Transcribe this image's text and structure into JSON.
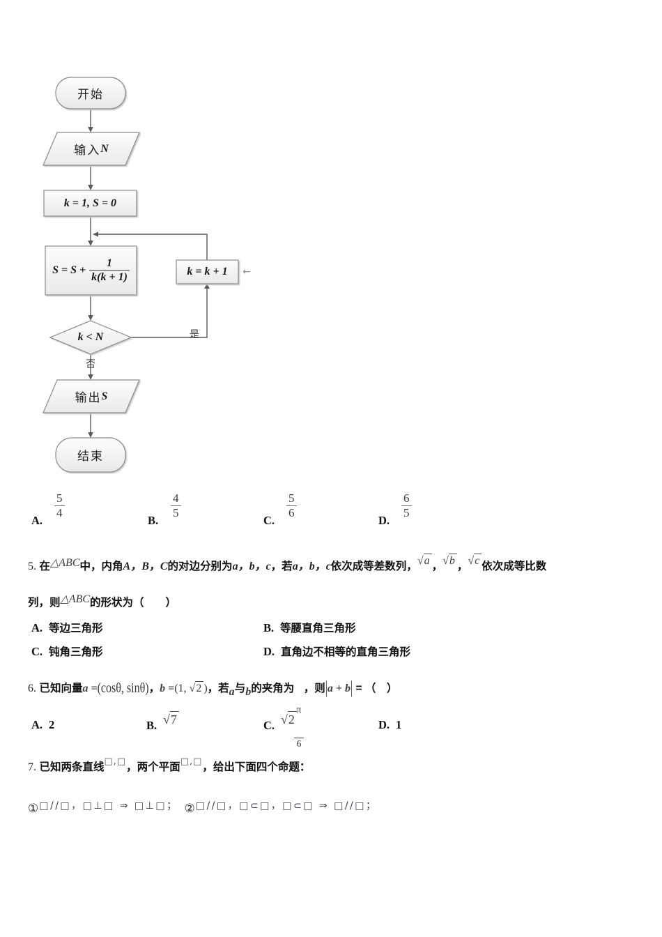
{
  "flowchart": {
    "start": "开始",
    "input_cn": "输入",
    "input_var": "N",
    "init": "k = 1, S = 0",
    "sum_prefix": "S = S +",
    "sum_num": "1",
    "sum_den": "k(k + 1)",
    "incr": "k = k + 1",
    "side_arrow": "←",
    "decision": "k < N",
    "yes": "是",
    "no": "否",
    "output_cn": "输出",
    "output_var": "S",
    "end": "结束"
  },
  "q4": {
    "options": [
      {
        "key": "A.",
        "num": "5",
        "den": "4"
      },
      {
        "key": "B.",
        "num": "4",
        "den": "5"
      },
      {
        "key": "C.",
        "num": "5",
        "den": "6"
      },
      {
        "key": "D.",
        "num": "6",
        "den": "5"
      }
    ]
  },
  "q5": {
    "num": "5.",
    "p1": "在",
    "tri": "△ABC",
    "p2": "中，内角",
    "m1": "A，B，C",
    "p3": "的对边分别为",
    "m2": "a，b，c",
    "p4": "，若",
    "m3": "a，b，c",
    "p5": "依次成等差数列，",
    "rad": "√",
    "r1": "a",
    "c1": "，",
    "r2": "b",
    "c2": "，",
    "r3": "c",
    "p6": "依次成等比数",
    "l2a": "列，则",
    "l2tri": "△ABC",
    "l2b": "的形状为（　　）",
    "options": [
      {
        "key": "A.",
        "text": "等边三角形"
      },
      {
        "key": "B.",
        "text": "等腰直角三角形"
      },
      {
        "key": "C.",
        "text": "钝角三角形"
      },
      {
        "key": "D.",
        "text": "直角边不相等的直角三角形"
      }
    ]
  },
  "q6": {
    "num": "6.",
    "p1": "已知向量",
    "m1": "a =",
    "v1": "(cosθ, sinθ)",
    "c1": "，",
    "m2": "b =",
    "v2a": "(1, ",
    "rad": "√",
    "sq2": "2",
    "v2b": ")",
    "p3": "，若",
    "va": "a",
    "p4": "与",
    "vb": "b",
    "p5": "的夹角为",
    "fnum": "π",
    "fden": "6",
    "p6": "，则",
    "bar": "|",
    "abs": "a + b",
    "p7": " = （　）",
    "options": [
      {
        "key": "A.",
        "text": "2"
      },
      {
        "key": "B.",
        "rad": "√",
        "val": "7"
      },
      {
        "key": "C.",
        "rad": "√",
        "val": "2"
      },
      {
        "key": "D.",
        "text": "1"
      }
    ]
  },
  "q7": {
    "num": "7.",
    "p1": "已知两条直线",
    "sup1": "□,□",
    "p2": "，两个平面",
    "sup2": "□,□",
    "p3": "，给出下面四个命题：",
    "mark1": "①",
    "run1": "□//□，□⊥□ ⇒ □⊥□；",
    "mark2": "②",
    "run2": "□//□，□⊂□，□⊂□ ⇒ □//□；"
  }
}
